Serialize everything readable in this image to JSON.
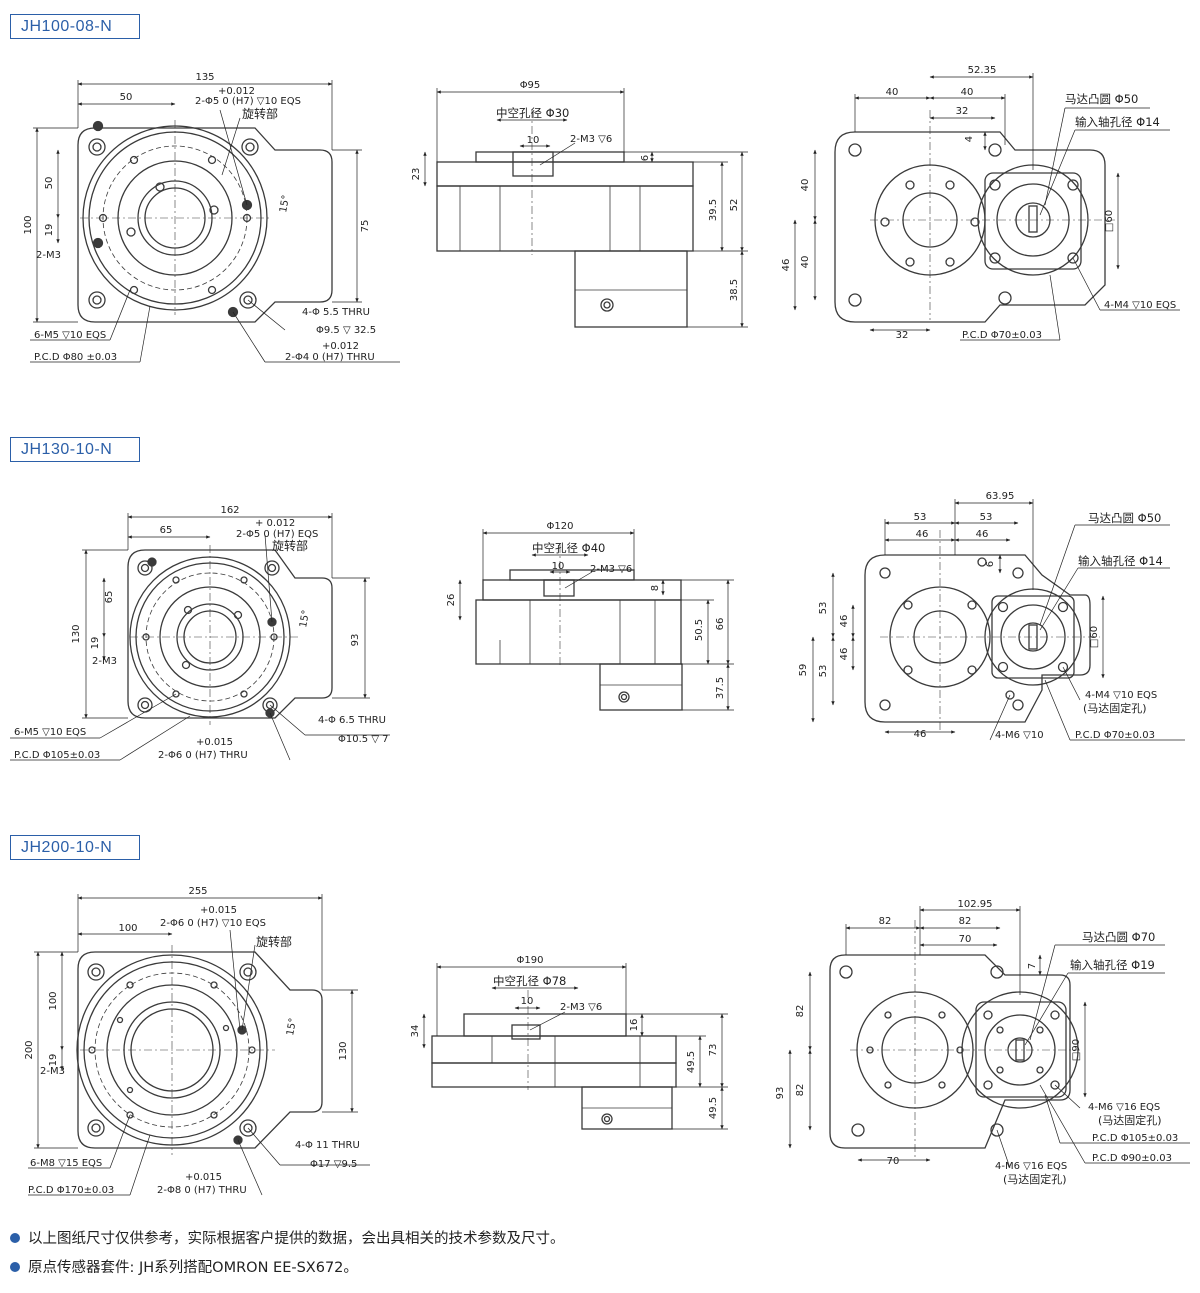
{
  "sections": [
    {
      "model": "JH100-08-N",
      "front": {
        "overall_w": "135",
        "offset_w": "50",
        "hole_tol": "+0.012",
        "hole_spec": "2-Φ5 0 (H7) ▽10 EQS",
        "rotating_part": "旋转部",
        "h_50": "50",
        "h_100": "100",
        "h_19": "19",
        "h_75": "75",
        "angle": "15°",
        "m3": "2-M3",
        "thru": "4-Φ 5.5 THRU",
        "cbore": "Φ9.5 ▽ 32.5",
        "tapped": "6-M5 ▽10 EQS",
        "pin_tol": "+0.012",
        "pcd": "P.C.D Φ80 ±0.03",
        "pin_spec": "2-Φ4 0 (H7) THRU"
      },
      "side": {
        "outer_d": "Φ95",
        "hollow": "中空孔径 Φ30",
        "w10": "10",
        "m3": "2-M3 ▽6",
        "h6": "6",
        "h23": "23",
        "h39_5": "39.5",
        "h52": "52",
        "h38_5": "38.5"
      },
      "rear": {
        "w52_35": "52.35",
        "w40a": "40",
        "w40b": "40",
        "w32": "32",
        "h4": "4",
        "motor_boss": "马达凸圆 Φ50",
        "input_shaft": "输入轴孔径 Φ14",
        "h40a": "40",
        "h40b": "40",
        "h46": "46",
        "sq": "□60",
        "m4": "4-M4 ▽10 EQS",
        "bottom32": "32",
        "pcd": "P.C.D Φ70±0.03"
      }
    },
    {
      "model": "JH130-10-N",
      "front": {
        "overall_w": "162",
        "offset_w": "65",
        "hole_tol": "+ 0.012",
        "hole_spec": "2-Φ5 0 (H7) EQS",
        "rotating_part": "旋转部",
        "h_65": "65",
        "h_130": "130",
        "h_19": "19",
        "h_93": "93",
        "angle": "15°",
        "m3": "2-M3",
        "thru": "4-Φ 6.5 THRU",
        "cbore": "Φ10.5 ▽ 7",
        "tapped": "6-M5 ▽10 EQS",
        "pin_tol": "+0.015",
        "pcd": "P.C.D Φ105±0.03",
        "pin_spec": "2-Φ6 0 (H7) THRU"
      },
      "side": {
        "outer_d": "Φ120",
        "hollow": "中空孔径 Φ40",
        "w10": "10",
        "m3": "2-M3 ▽6",
        "h8": "8",
        "h26": "26",
        "h50_5": "50.5",
        "h66": "66",
        "h37_5": "37.5"
      },
      "rear": {
        "w63_95": "63.95",
        "w53a": "53",
        "w53b": "53",
        "w46a": "46",
        "w46b": "46",
        "h6": "6",
        "motor_boss": "马达凸圆 Φ50",
        "input_shaft": "输入轴孔径 Φ14",
        "h53a": "53",
        "h46a": "46",
        "h53b": "53",
        "h46b": "46",
        "h59": "59",
        "sq": "□60",
        "m4": "4-M4 ▽10 EQS",
        "m4_note": "(马达固定孔)",
        "m6": "4-M6 ▽10",
        "bottom46": "46",
        "pcd": "P.C.D Φ70±0.03"
      }
    },
    {
      "model": "JH200-10-N",
      "front": {
        "overall_w": "255",
        "offset_w": "100",
        "hole_tol": "+0.015",
        "hole_spec": "2-Φ6 0 (H7) ▽10 EQS",
        "rotating_part": "旋转部",
        "h_100": "100",
        "h_200": "200",
        "h_19": "19",
        "h_130": "130",
        "angle": "15°",
        "m3": "2-M3",
        "thru": "4-Φ 11 THRU",
        "cbore": "Φ17 ▽9.5",
        "tapped": "6-M8 ▽15 EQS",
        "pin_tol": "+0.015",
        "pcd": "P.C.D Φ170±0.03",
        "pin_spec": "2-Φ8 0 (H7) THRU"
      },
      "side": {
        "outer_d": "Φ190",
        "hollow": "中空孔径 Φ78",
        "w10": "10",
        "m3": "2-M3 ▽6",
        "h16": "16",
        "h34": "34",
        "h49_5a": "49.5",
        "h73": "73",
        "h49_5b": "49.5"
      },
      "rear": {
        "w102_95": "102.95",
        "w82a": "82",
        "w82b": "82",
        "w70": "70",
        "h7": "7",
        "motor_boss": "马达凸圆 Φ70",
        "input_shaft": "输入轴孔径 Φ19",
        "h82a": "82",
        "h82b": "82",
        "h93": "93",
        "sq": "□90",
        "m6a": "4-M6 ▽16 EQS",
        "m6a_note": "(马达固定孔)",
        "pcd1": "P.C.D Φ105±0.03",
        "pcd2": "P.C.D Φ90±0.03",
        "m6b": "4-M6 ▽16 EQS",
        "m6b_note": "(马达固定孔)",
        "bottom70": "70"
      }
    }
  ],
  "notes": [
    "以上图纸尺寸仅供参考，实际根据客户提供的数据，会出具相关的技术参数及尺寸。",
    "原点传感器套件: JH系列搭配OMRON EE-SX672。"
  ],
  "colors": {
    "accent": "#2b5fa8",
    "line": "#222222",
    "part": "#3a3a3a"
  }
}
